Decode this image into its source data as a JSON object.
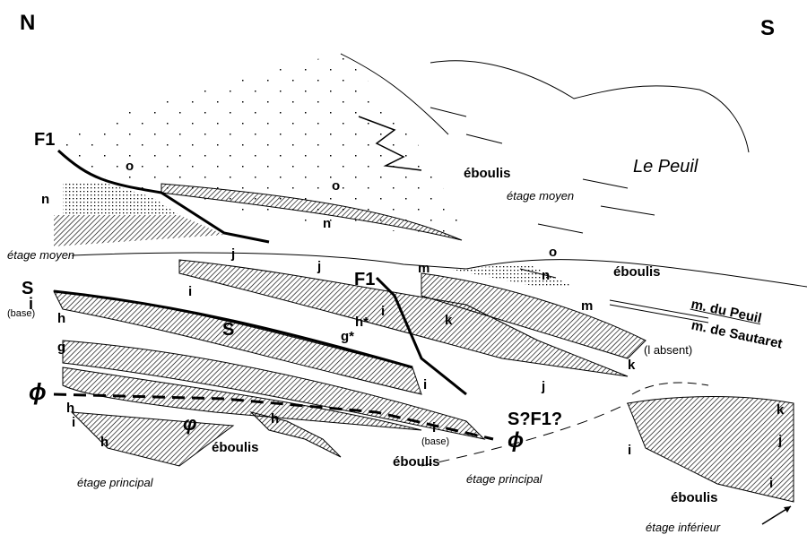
{
  "compass": {
    "north": "N",
    "south": "S"
  },
  "places": {
    "le_peuil": "Le Peuil"
  },
  "stages": {
    "moyen_left": "étage moyen",
    "moyen_right": "étage moyen",
    "principal_left": "étage principal",
    "principal_right": "étage principal",
    "inferieur": "étage inférieur"
  },
  "scree": {
    "top": "éboulis",
    "right": "éboulis",
    "bottom_left": "éboulis",
    "bottom_mid": "éboulis",
    "bottom_right": "éboulis"
  },
  "faults": {
    "f1_top": "F1",
    "f1_mid": "F1",
    "s_left": "S",
    "s_mid": "S",
    "s_f1": "S?F1?",
    "phi_left": "ϕ",
    "phi_right": "ϕ",
    "phi_small": "φ"
  },
  "members": {
    "du_peuil": "m. du Peuil",
    "de_sautaret": "m. de Sautaret"
  },
  "notes": {
    "base1": "(base)",
    "base2": "(base)",
    "l_absent": "(l absent)"
  },
  "layers": {
    "o1": "o",
    "o2": "o",
    "o3": "o",
    "n1": "n",
    "n2": "n",
    "n3": "n",
    "j1": "j",
    "j2": "j",
    "j3": "j",
    "j4": "j",
    "m1": "m",
    "m2": "m",
    "i1": "i",
    "i2": "i",
    "i3": "i",
    "i4": "i",
    "i5": "i",
    "i6": "i",
    "i7": "i",
    "i8": "i",
    "k1": "k",
    "k2": "k",
    "k3": "k",
    "h1": "h",
    "h2": "h",
    "h3": "h",
    "h4": "h",
    "hstar": "h*",
    "gstar": "g*",
    "g": "g"
  }
}
